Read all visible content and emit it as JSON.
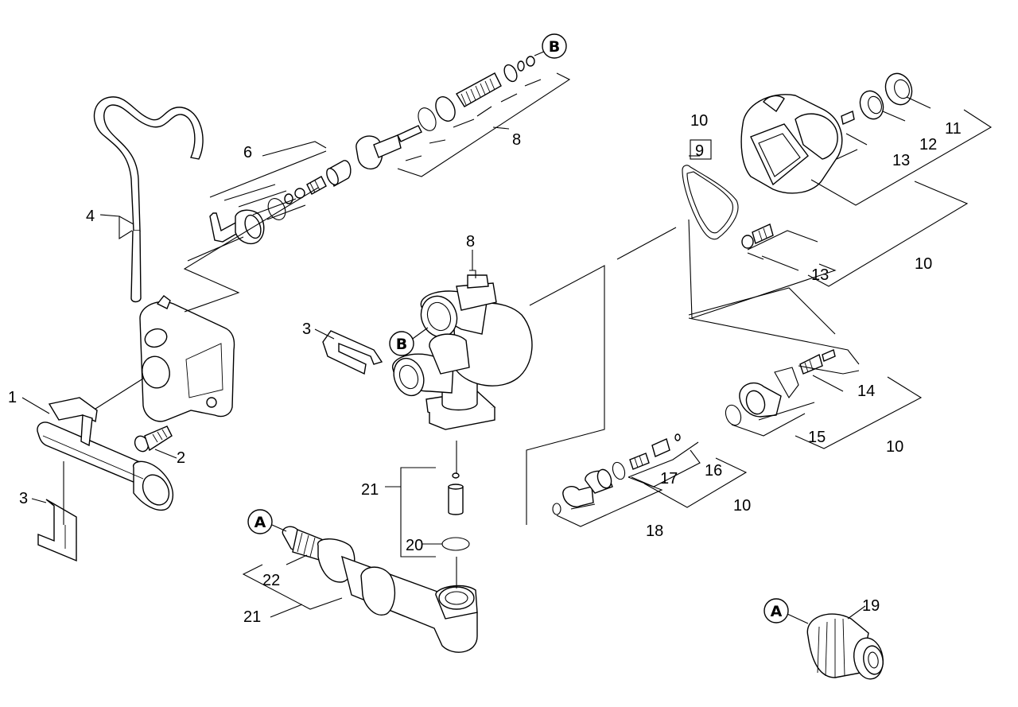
{
  "diagram": {
    "labels": {
      "p1": "1",
      "p2": "2",
      "p3a": "3",
      "p3b": "3",
      "p4": "4",
      "p6": "6",
      "p8a": "8",
      "p8b": "8",
      "p9": "9",
      "p10a": "10",
      "p10b": "10",
      "p10c": "10",
      "p10d": "10",
      "p11": "11",
      "p12": "12",
      "p13a": "13",
      "p13b": "13",
      "p14": "14",
      "p15": "15",
      "p16": "16",
      "p17": "17",
      "p18": "18",
      "p19": "19",
      "p20": "20",
      "p21a": "21",
      "p21b": "21",
      "p22": "22"
    },
    "references": {
      "refA1": "A",
      "refA2": "A",
      "refB1": "B",
      "refB2": "B"
    }
  }
}
